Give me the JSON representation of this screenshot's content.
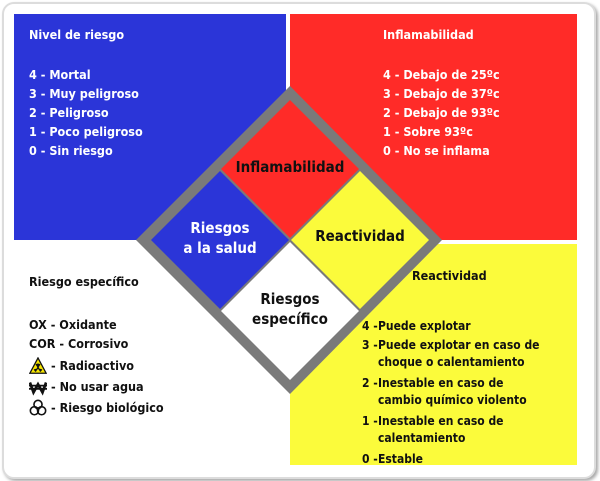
{
  "blue": {
    "title": "Nivel de riesgo",
    "items": [
      "4 - Mortal",
      "3 - Muy peligroso",
      "2 - Peligroso",
      "1 - Poco peligroso",
      "0 - Sin riesgo"
    ]
  },
  "red": {
    "title": "Inflamabilidad",
    "items": [
      "4 - Debajo de 25ºc",
      "3 - Debajo de 37ºc",
      "2 - Debajo de 93ºc",
      "1 - Sobre 93ºc",
      "0 - No se inflama"
    ]
  },
  "yellow": {
    "title": "Reactividad",
    "items": [
      {
        "num": "4 -",
        "text": "Puede explotar"
      },
      {
        "num": "3 -",
        "text": "Puede explotar en caso de choque o calentamiento"
      },
      {
        "num": "2 -",
        "text": "Inestable en caso de cambio químico violento"
      },
      {
        "num": "1 -",
        "text": "Inestable en caso de calentamiento"
      },
      {
        "num": "0 -",
        "text": "Estable"
      }
    ]
  },
  "white": {
    "title": "Riesgo  específico",
    "items": [
      "OX - Oxidante",
      "COR - Corrosivo"
    ],
    "icon_items": [
      {
        "icon": "radioactive-icon",
        "text": "- Radioactivo"
      },
      {
        "icon": "no-water-icon",
        "text": "- No usar agua"
      },
      {
        "icon": "biohazard-icon",
        "text": "- Riesgo biológico"
      }
    ]
  },
  "diamond": {
    "top": "Inflamabilidad",
    "left_line1": "Riesgos",
    "left_line2": "a la salud",
    "right": "Reactividad",
    "bottom_line1": "Riesgos",
    "bottom_line2": "específico"
  },
  "colors": {
    "blue": "#2b35d8",
    "red": "#ff2b28",
    "yellow": "#fbfb3b",
    "white": "#ffffff",
    "border": "#7a7a7a"
  }
}
